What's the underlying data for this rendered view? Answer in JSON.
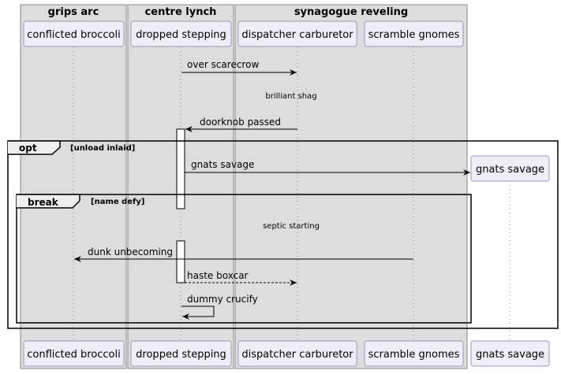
{
  "groups": [
    {
      "title": "grips arc"
    },
    {
      "title": "centre lynch"
    },
    {
      "title": "synagogue reveling"
    }
  ],
  "participants": [
    {
      "label": "conflicted broccoli"
    },
    {
      "label": "dropped stepping"
    },
    {
      "label": "dispatcher carburetor"
    },
    {
      "label": "scramble gnomes"
    },
    {
      "label": "gnats savage"
    }
  ],
  "messages": [
    {
      "label": "over scarecrow"
    },
    {
      "label": "doorknob passed"
    },
    {
      "label": "gnats savage"
    },
    {
      "label": "dunk unbecoming"
    },
    {
      "label": "haste boxcar"
    },
    {
      "label": "dummy crucify"
    }
  ],
  "dividers": [
    {
      "label": "brilliant shag"
    },
    {
      "label": "septic starting"
    }
  ],
  "frames": [
    {
      "keyword": "opt",
      "condition": "[unload inlaid]"
    },
    {
      "keyword": "break",
      "condition": "[name defy]"
    }
  ],
  "colors": {
    "group_fill": "#dddddd",
    "group_stroke": "#888888",
    "participant_fill": "#eeeef8",
    "participant_stroke": "#9999bb",
    "line": "#000000",
    "lifeline": "#888888"
  }
}
